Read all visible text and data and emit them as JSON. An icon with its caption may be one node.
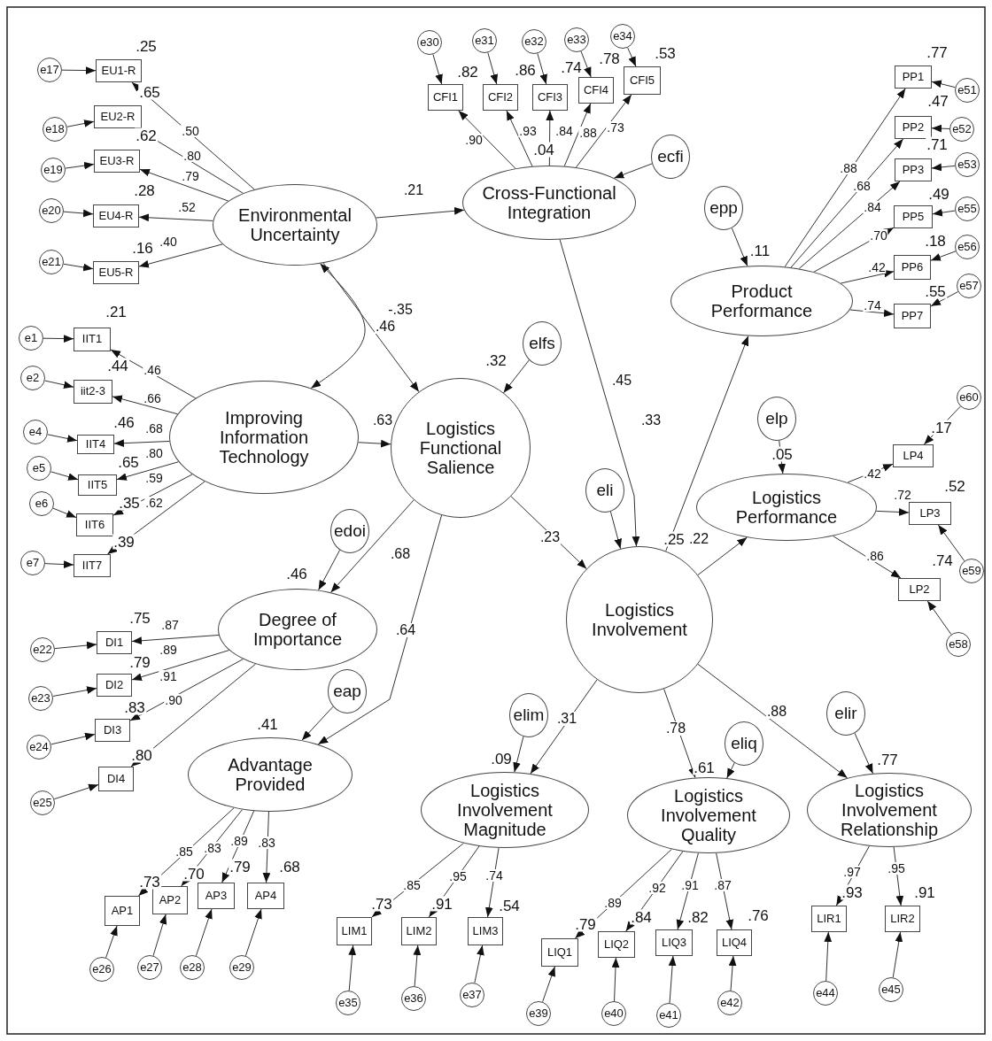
{
  "diagram": {
    "nodes": [
      {
        "text": [
          "Environmental Uncertainty"
        ]
      },
      {
        "text": [
          "Cross-Functional Integration"
        ],
        "beside": [
          ".04"
        ]
      },
      {
        "text": [
          "Improving Information Technology"
        ]
      },
      {
        "text": [
          "Logistics Functional Salience"
        ],
        "beside": [
          ".32"
        ]
      },
      {
        "text": [
          "Product Performance"
        ],
        "beside": [
          ".11"
        ]
      },
      {
        "text": [
          "Logistics Performance"
        ],
        "beside": [
          ".05"
        ]
      },
      {
        "text": [
          "Logistics Involvement"
        ],
        "beside": [
          ".25"
        ]
      },
      {
        "text": [
          "Degree of Importance"
        ],
        "beside": [
          ".46"
        ]
      },
      {
        "text": [
          "Advantage Provided"
        ],
        "beside": [
          ".41"
        ]
      },
      {
        "text": [
          "Logistics Involvement Magnitude"
        ],
        "beside": [
          ".09"
        ]
      },
      {
        "text": [
          "Logistics Involvement Quality"
        ],
        "beside": [
          ".61"
        ]
      },
      {
        "text": [
          "Logistics Involvement Relationship"
        ],
        "beside": [
          ".77"
        ]
      },
      {
        "text": [
          "ecfi"
        ]
      },
      {
        "text": [
          "elfs"
        ]
      },
      {
        "text": [
          "epp"
        ]
      },
      {
        "text": [
          "elp"
        ]
      },
      {
        "text": [
          "eli"
        ]
      },
      {
        "text": [
          "edoi"
        ]
      },
      {
        "text": [
          "eap"
        ]
      },
      {
        "text": [
          "elim"
        ]
      },
      {
        "text": [
          "eliq"
        ]
      },
      {
        "text": [
          "elir"
        ]
      },
      {
        "text": [
          "EU1-R"
        ],
        "beside": [
          ".25"
        ]
      },
      {
        "text": [
          "EU2-R"
        ],
        "beside": [
          ".65"
        ]
      },
      {
        "text": [
          "EU3-R"
        ],
        "beside": [
          ".62"
        ]
      },
      {
        "text": [
          "EU4-R"
        ],
        "beside": [
          ".28"
        ]
      },
      {
        "text": [
          "EU5-R"
        ],
        "beside": [
          ".16"
        ]
      },
      {
        "text": [
          "IIT1"
        ],
        "beside": [
          ".21"
        ]
      },
      {
        "text": [
          "iit2-3"
        ],
        "beside": [
          ".44"
        ]
      },
      {
        "text": [
          "IIT4"
        ],
        "beside": [
          ".46"
        ]
      },
      {
        "text": [
          "IIT5"
        ],
        "beside": [
          ".65"
        ]
      },
      {
        "text": [
          "IIT6"
        ],
        "beside": [
          ".35"
        ]
      },
      {
        "text": [
          "IIT7"
        ],
        "beside": [
          ".39"
        ]
      },
      {
        "text": [
          "DI1"
        ],
        "beside": [
          ".75"
        ]
      },
      {
        "text": [
          "DI2"
        ],
        "beside": [
          ".79"
        ]
      },
      {
        "text": [
          "DI3"
        ],
        "beside": [
          ".83"
        ]
      },
      {
        "text": [
          "DI4"
        ],
        "beside": [
          ".80"
        ]
      },
      {
        "text": [
          "AP1"
        ],
        "beside": [
          ".73"
        ]
      },
      {
        "text": [
          "AP2"
        ],
        "beside": [
          ".70"
        ]
      },
      {
        "text": [
          "AP3"
        ],
        "beside": [
          ".79"
        ]
      },
      {
        "text": [
          "AP4"
        ],
        "beside": [
          ".68"
        ]
      },
      {
        "text": [
          "CFI1"
        ],
        "beside": [
          ".82"
        ]
      },
      {
        "text": [
          "CFI2"
        ],
        "beside": [
          ".86"
        ]
      },
      {
        "text": [
          "CFI3"
        ],
        "beside": [
          ".74"
        ]
      },
      {
        "text": [
          "CFI4"
        ],
        "beside": [
          ".78"
        ]
      },
      {
        "text": [
          "CFI5"
        ],
        "beside": [
          ".53"
        ]
      },
      {
        "text": [
          "PP1"
        ],
        "beside": [
          ".77"
        ]
      },
      {
        "text": [
          "PP2"
        ],
        "beside": [
          ".47"
        ]
      },
      {
        "text": [
          "PP3"
        ],
        "beside": [
          ".71"
        ]
      },
      {
        "text": [
          "PP5"
        ],
        "beside": [
          ".49"
        ]
      },
      {
        "text": [
          "PP6"
        ],
        "beside": [
          ".18"
        ]
      },
      {
        "text": [
          "PP7"
        ],
        "beside": [
          ".55"
        ]
      },
      {
        "text": [
          "LP4"
        ],
        "beside": [
          ".17"
        ]
      },
      {
        "text": [
          "LP3"
        ],
        "beside": [
          ".52"
        ]
      },
      {
        "text": [
          "LP2"
        ],
        "beside": [
          ".74"
        ]
      },
      {
        "text": [
          "LIM1"
        ],
        "beside": [
          ".73"
        ]
      },
      {
        "text": [
          "LIM2"
        ],
        "beside": [
          ".91"
        ]
      },
      {
        "text": [
          "LIM3"
        ],
        "beside": [
          ".54"
        ]
      },
      {
        "text": [
          "LIQ1"
        ],
        "beside": [
          ".79"
        ]
      },
      {
        "text": [
          "LIQ2"
        ],
        "beside": [
          ".84"
        ]
      },
      {
        "text": [
          "LIQ3"
        ],
        "beside": [
          ".82"
        ]
      },
      {
        "text": [
          "LIQ4"
        ],
        "beside": [
          ".76"
        ]
      },
      {
        "text": [
          "LIR1"
        ],
        "beside": [
          ".93"
        ]
      },
      {
        "text": [
          "LIR2"
        ],
        "beside": [
          ".91"
        ]
      },
      {
        "text": [
          "e17"
        ]
      },
      {
        "text": [
          "e18"
        ]
      },
      {
        "text": [
          "e19"
        ]
      },
      {
        "text": [
          "e20"
        ]
      },
      {
        "text": [
          "e21"
        ]
      },
      {
        "text": [
          "e1"
        ]
      },
      {
        "text": [
          "e2"
        ]
      },
      {
        "text": [
          "e4"
        ]
      },
      {
        "text": [
          "e5"
        ]
      },
      {
        "text": [
          "e6"
        ]
      },
      {
        "text": [
          "e7"
        ]
      },
      {
        "text": [
          "e22"
        ]
      },
      {
        "text": [
          "e23"
        ]
      },
      {
        "text": [
          "e24"
        ]
      },
      {
        "text": [
          "e25"
        ]
      },
      {
        "text": [
          "e26"
        ]
      },
      {
        "text": [
          "e27"
        ]
      },
      {
        "text": [
          "e28"
        ]
      },
      {
        "text": [
          "e29"
        ]
      },
      {
        "text": [
          "e30"
        ]
      },
      {
        "text": [
          "e31"
        ]
      },
      {
        "text": [
          "e32"
        ]
      },
      {
        "text": [
          "e33"
        ]
      },
      {
        "text": [
          "e34"
        ]
      },
      {
        "text": [
          "e51"
        ]
      },
      {
        "text": [
          "e52"
        ]
      },
      {
        "text": [
          "e53"
        ]
      },
      {
        "text": [
          "e55"
        ]
      },
      {
        "text": [
          "e56"
        ]
      },
      {
        "text": [
          "e57"
        ]
      },
      {
        "text": [
          "e60"
        ]
      },
      {
        "text": [
          "e59"
        ]
      },
      {
        "text": [
          "e58"
        ]
      },
      {
        "text": [
          "e35"
        ]
      },
      {
        "text": [
          "e36"
        ]
      },
      {
        "text": [
          "e37"
        ]
      },
      {
        "text": [
          "e39"
        ]
      },
      {
        "text": [
          "e40"
        ]
      },
      {
        "text": [
          "e41"
        ]
      },
      {
        "text": [
          "e42"
        ]
      },
      {
        "text": [
          "e44"
        ]
      },
      {
        "text": [
          "e45"
        ]
      }
    ],
    "edges": [
      {
        "from": 0,
        "to": 1,
        "arrow": "to",
        "label": ".21"
      },
      {
        "from": 0,
        "to": 2,
        "arrow": "both",
        "label": ".46"
      },
      {
        "from": 0,
        "to": 3,
        "arrow": "to",
        "label": "-.35"
      },
      {
        "from": 2,
        "to": 3,
        "arrow": "to",
        "label": ".63"
      },
      {
        "from": 1,
        "to": 6,
        "arrow": "to",
        "label": ".45"
      },
      {
        "from": 3,
        "to": 6,
        "arrow": "to",
        "label": ".23"
      },
      {
        "from": 3,
        "to": 7,
        "arrow": "to",
        "label": ".68"
      },
      {
        "from": 3,
        "to": 8,
        "arrow": "to",
        "label": ".64"
      },
      {
        "from": 6,
        "to": 4,
        "arrow": "to",
        "label": ".33"
      },
      {
        "from": 6,
        "to": 5,
        "arrow": "to",
        "label": ".22"
      },
      {
        "from": 6,
        "to": 9,
        "arrow": "to",
        "label": ".31"
      },
      {
        "from": 6,
        "to": 10,
        "arrow": "to",
        "label": ".78"
      },
      {
        "from": 6,
        "to": 11,
        "arrow": "to",
        "label": ".88"
      },
      {
        "from": 12,
        "to": 1,
        "arrow": "to"
      },
      {
        "from": 13,
        "to": 3,
        "arrow": "to"
      },
      {
        "from": 14,
        "to": 4,
        "arrow": "to"
      },
      {
        "from": 15,
        "to": 5,
        "arrow": "to"
      },
      {
        "from": 16,
        "to": 6,
        "arrow": "to"
      },
      {
        "from": 17,
        "to": 7,
        "arrow": "to"
      },
      {
        "from": 18,
        "to": 8,
        "arrow": "to"
      },
      {
        "from": 19,
        "to": 9,
        "arrow": "to"
      },
      {
        "from": 20,
        "to": 10,
        "arrow": "to"
      },
      {
        "from": 21,
        "to": 11,
        "arrow": "to"
      },
      {
        "from": 0,
        "to": 22,
        "arrow": "to",
        "label": ".50"
      },
      {
        "from": 0,
        "to": 23,
        "arrow": "to",
        "label": ".80"
      },
      {
        "from": 0,
        "to": 24,
        "arrow": "to",
        "label": ".79"
      },
      {
        "from": 0,
        "to": 25,
        "arrow": "to",
        "label": ".52"
      },
      {
        "from": 0,
        "to": 26,
        "arrow": "to",
        "label": ".40"
      },
      {
        "from": 2,
        "to": 27,
        "arrow": "to",
        "label": ".46"
      },
      {
        "from": 2,
        "to": 28,
        "arrow": "to",
        "label": ".66"
      },
      {
        "from": 2,
        "to": 29,
        "arrow": "to",
        "label": ".68"
      },
      {
        "from": 2,
        "to": 30,
        "arrow": "to",
        "label": ".80"
      },
      {
        "from": 2,
        "to": 31,
        "arrow": "to",
        "label": ".59"
      },
      {
        "from": 2,
        "to": 32,
        "arrow": "to",
        "label": ".62"
      },
      {
        "from": 7,
        "to": 33,
        "arrow": "to",
        "label": ".87"
      },
      {
        "from": 7,
        "to": 34,
        "arrow": "to",
        "label": ".89"
      },
      {
        "from": 7,
        "to": 35,
        "arrow": "to",
        "label": ".91"
      },
      {
        "from": 7,
        "to": 36,
        "arrow": "to",
        "label": ".90"
      },
      {
        "from": 8,
        "to": 37,
        "arrow": "to",
        "label": ".85"
      },
      {
        "from": 8,
        "to": 38,
        "arrow": "to",
        "label": ".83"
      },
      {
        "from": 8,
        "to": 39,
        "arrow": "to",
        "label": ".89"
      },
      {
        "from": 8,
        "to": 40,
        "arrow": "to",
        "label": ".83"
      },
      {
        "from": 1,
        "to": 41,
        "arrow": "to",
        "label": ".90"
      },
      {
        "from": 1,
        "to": 42,
        "arrow": "to",
        "label": ".93"
      },
      {
        "from": 1,
        "to": 43,
        "arrow": "to",
        "label": ".84"
      },
      {
        "from": 1,
        "to": 44,
        "arrow": "to",
        "label": ".88"
      },
      {
        "from": 1,
        "to": 45,
        "arrow": "to",
        "label": ".73"
      },
      {
        "from": 4,
        "to": 46,
        "arrow": "to",
        "label": ".88"
      },
      {
        "from": 4,
        "to": 47,
        "arrow": "to",
        "label": ".68"
      },
      {
        "from": 4,
        "to": 48,
        "arrow": "to",
        "label": ".84"
      },
      {
        "from": 4,
        "to": 49,
        "arrow": "to",
        "label": ".70"
      },
      {
        "from": 4,
        "to": 50,
        "arrow": "to",
        "label": ".42"
      },
      {
        "from": 4,
        "to": 51,
        "arrow": "to",
        "label": ".74"
      },
      {
        "from": 5,
        "to": 52,
        "arrow": "to",
        "label": ".42"
      },
      {
        "from": 5,
        "to": 53,
        "arrow": "to",
        "label": ".72"
      },
      {
        "from": 5,
        "to": 54,
        "arrow": "to",
        "label": ".86"
      },
      {
        "from": 9,
        "to": 55,
        "arrow": "to",
        "label": ".85"
      },
      {
        "from": 9,
        "to": 56,
        "arrow": "to",
        "label": ".95"
      },
      {
        "from": 9,
        "to": 57,
        "arrow": "to",
        "label": ".74"
      },
      {
        "from": 10,
        "to": 58,
        "arrow": "to",
        "label": ".89"
      },
      {
        "from": 10,
        "to": 59,
        "arrow": "to",
        "label": ".92"
      },
      {
        "from": 10,
        "to": 60,
        "arrow": "to",
        "label": ".91"
      },
      {
        "from": 10,
        "to": 61,
        "arrow": "to",
        "label": ".87"
      },
      {
        "from": 11,
        "to": 62,
        "arrow": "to",
        "label": ".97"
      },
      {
        "from": 11,
        "to": 63,
        "arrow": "to",
        "label": ".95"
      },
      {
        "from": 64,
        "to": 22,
        "arrow": "to"
      },
      {
        "from": 65,
        "to": 23,
        "arrow": "to"
      },
      {
        "from": 66,
        "to": 24,
        "arrow": "to"
      },
      {
        "from": 67,
        "to": 25,
        "arrow": "to"
      },
      {
        "from": 68,
        "to": 26,
        "arrow": "to"
      },
      {
        "from": 69,
        "to": 27,
        "arrow": "to"
      },
      {
        "from": 70,
        "to": 28,
        "arrow": "to"
      },
      {
        "from": 71,
        "to": 29,
        "arrow": "to"
      },
      {
        "from": 72,
        "to": 30,
        "arrow": "to"
      },
      {
        "from": 73,
        "to": 31,
        "arrow": "to"
      },
      {
        "from": 74,
        "to": 32,
        "arrow": "to"
      },
      {
        "from": 75,
        "to": 33,
        "arrow": "to"
      },
      {
        "from": 76,
        "to": 34,
        "arrow": "to"
      },
      {
        "from": 77,
        "to": 35,
        "arrow": "to"
      },
      {
        "from": 78,
        "to": 36,
        "arrow": "to"
      },
      {
        "from": 79,
        "to": 37,
        "arrow": "to"
      },
      {
        "from": 80,
        "to": 38,
        "arrow": "to"
      },
      {
        "from": 81,
        "to": 39,
        "arrow": "to"
      },
      {
        "from": 82,
        "to": 40,
        "arrow": "to"
      },
      {
        "from": 83,
        "to": 41,
        "arrow": "to"
      },
      {
        "from": 84,
        "to": 42,
        "arrow": "to"
      },
      {
        "from": 85,
        "to": 43,
        "arrow": "to"
      },
      {
        "from": 86,
        "to": 44,
        "arrow": "to"
      },
      {
        "from": 87,
        "to": 45,
        "arrow": "to"
      },
      {
        "from": 88,
        "to": 46,
        "arrow": "to"
      },
      {
        "from": 89,
        "to": 47,
        "arrow": "to"
      },
      {
        "from": 90,
        "to": 48,
        "arrow": "to"
      },
      {
        "from": 91,
        "to": 49,
        "arrow": "to"
      },
      {
        "from": 92,
        "to": 50,
        "arrow": "to"
      },
      {
        "from": 93,
        "to": 51,
        "arrow": "to"
      },
      {
        "from": 94,
        "to": 52,
        "arrow": "to"
      },
      {
        "from": 95,
        "to": 53,
        "arrow": "to"
      },
      {
        "from": 96,
        "to": 54,
        "arrow": "to"
      },
      {
        "from": 97,
        "to": 55,
        "arrow": "to"
      },
      {
        "from": 98,
        "to": 56,
        "arrow": "to"
      },
      {
        "from": 99,
        "to": 57,
        "arrow": "to"
      },
      {
        "from": 100,
        "to": 58,
        "arrow": "to"
      },
      {
        "from": 101,
        "to": 59,
        "arrow": "to"
      },
      {
        "from": 102,
        "to": 60,
        "arrow": "to"
      },
      {
        "from": 103,
        "to": 61,
        "arrow": "to"
      },
      {
        "from": 104,
        "to": 62,
        "arrow": "to"
      },
      {
        "from": 105,
        "to": 63,
        "arrow": "to"
      }
    ]
  }
}
